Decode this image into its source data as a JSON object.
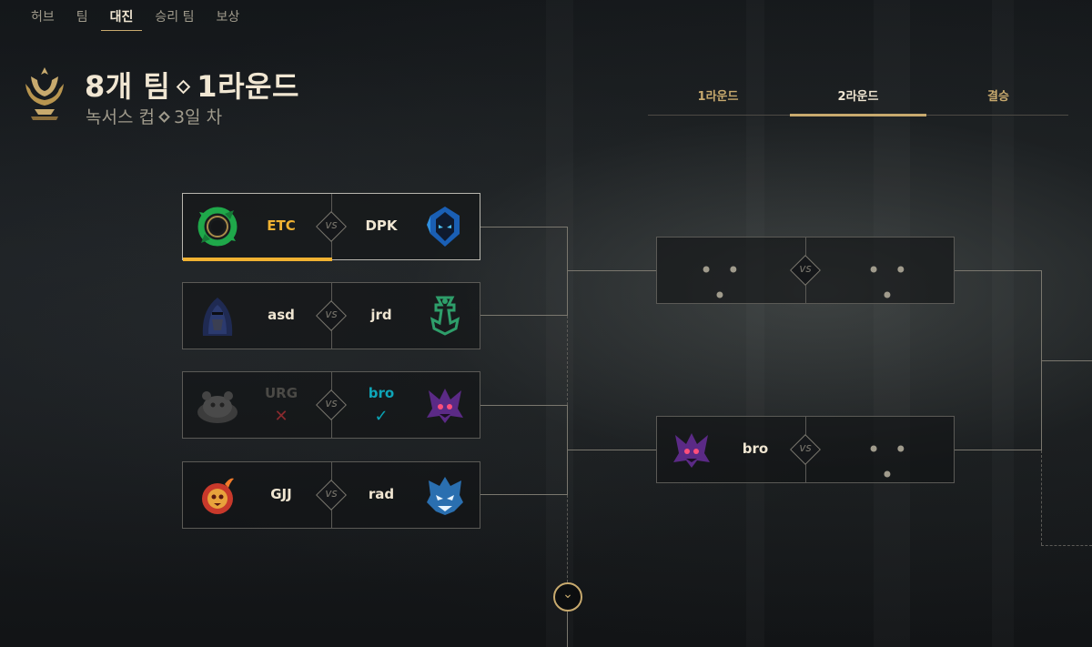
{
  "nav": {
    "items": [
      {
        "label": "허브"
      },
      {
        "label": "팀"
      },
      {
        "label": "대진",
        "active": true
      },
      {
        "label": "승리 팀"
      },
      {
        "label": "보상"
      }
    ]
  },
  "header": {
    "teams_count": "8개 팀",
    "round": "1라운드",
    "cup": "녹서스 컵",
    "day": "3일 차"
  },
  "round_tabs": [
    {
      "label": "1라운드"
    },
    {
      "label": "2라운드",
      "active": true
    },
    {
      "label": "결승"
    }
  ],
  "vs_label": "vs",
  "round1": [
    {
      "left": "ETC",
      "right": "DPK"
    },
    {
      "left": "asd",
      "right": "jrd"
    },
    {
      "left": "URG",
      "right": "bro",
      "left_mark": "✕",
      "right_mark": "✓"
    },
    {
      "left": "GJJ",
      "right": "rad"
    }
  ],
  "round2": [
    {
      "left": "• • •",
      "right": "• • •"
    },
    {
      "left": "bro",
      "right": "• • •"
    }
  ],
  "colors": {
    "gold": "#f0b232",
    "accent": "#c8aa6e",
    "teal": "#0aa3b5",
    "text": "#f0e6d2"
  },
  "icons": [
    "trophy-icon",
    "chevron-down-icon"
  ]
}
